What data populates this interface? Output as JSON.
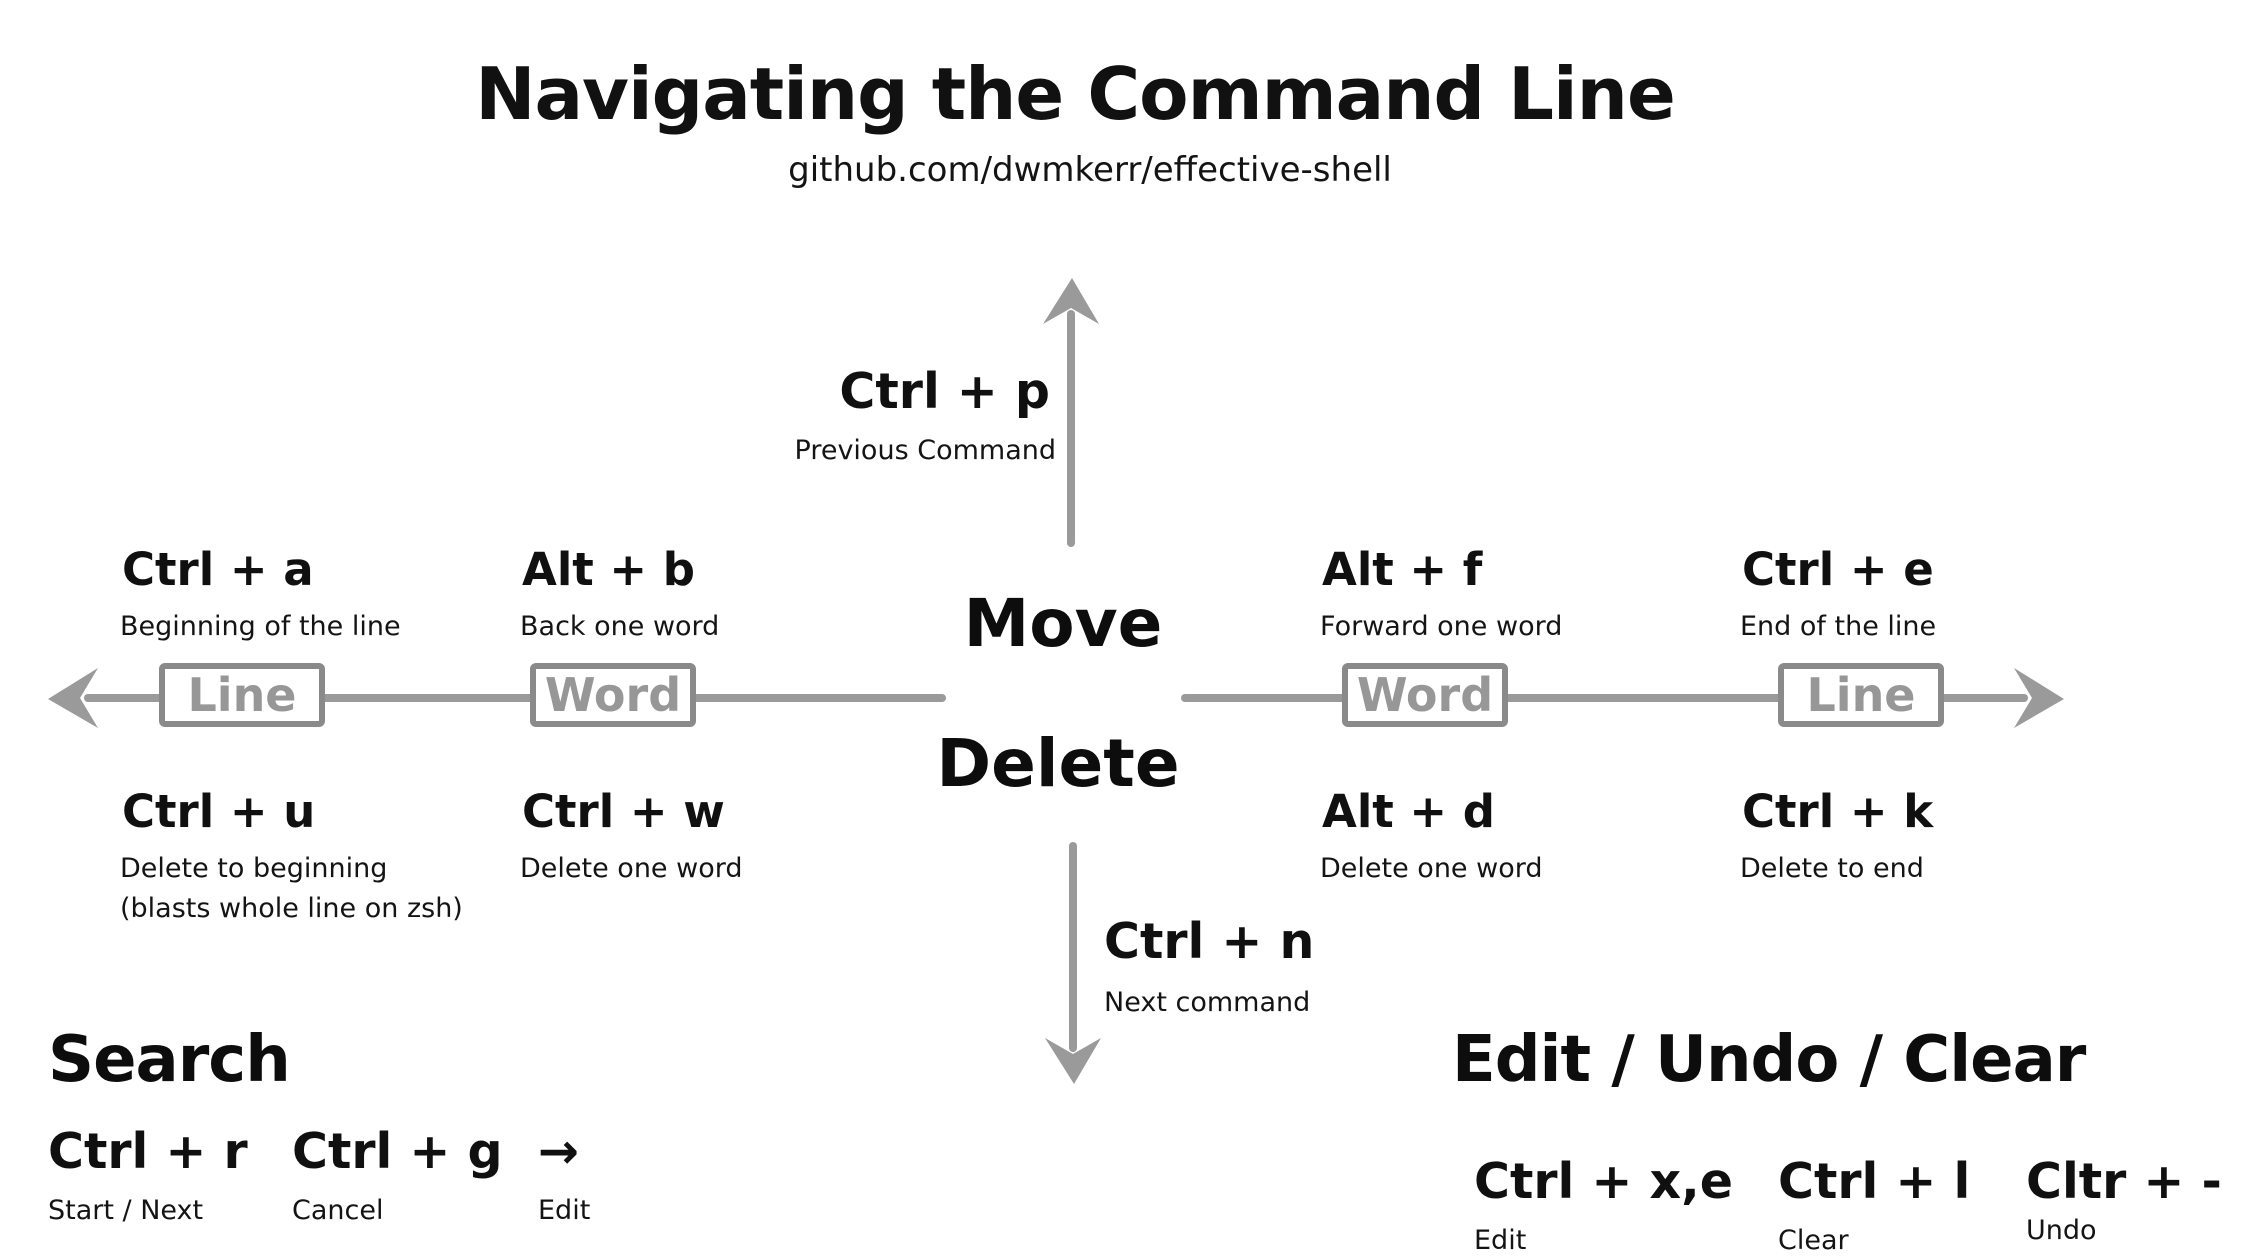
{
  "title": "Navigating the Command Line",
  "subtitle": "github.com/dwmkerr/effective-shell",
  "colors": {
    "background": "#ffffff",
    "text": "#111111",
    "arrow_gray": "#9a9a9a",
    "box_border_gray": "#8a8a8a",
    "box_text_gray": "#979797"
  },
  "axis": {
    "center_top": "Move",
    "center_bottom": "Delete",
    "up": {
      "keys": "Ctrl + p",
      "desc": "Previous Command"
    },
    "down": {
      "keys": "Ctrl + n",
      "desc": "Next command"
    },
    "boxes": [
      "Line",
      "Word",
      "Word",
      "Line"
    ]
  },
  "move_shortcuts": [
    {
      "keys": "Ctrl + a",
      "desc": "Beginning of the line"
    },
    {
      "keys": "Alt + b",
      "desc": "Back one word"
    },
    {
      "keys": "Alt + f",
      "desc": "Forward one word"
    },
    {
      "keys": "Ctrl + e",
      "desc": "End of the line"
    }
  ],
  "delete_shortcuts": [
    {
      "keys": "Ctrl + u",
      "desc": "Delete to beginning",
      "desc2": "(blasts whole line on zsh)"
    },
    {
      "keys": "Ctrl + w",
      "desc": "Delete one word"
    },
    {
      "keys": "Alt + d",
      "desc": "Delete one word"
    },
    {
      "keys": "Ctrl + k",
      "desc": "Delete to end"
    }
  ],
  "search": {
    "heading": "Search",
    "items": [
      {
        "keys": "Ctrl + r",
        "desc": "Start / Next"
      },
      {
        "keys": "Ctrl + g",
        "desc": "Cancel"
      },
      {
        "keys": "→",
        "desc": "Edit"
      }
    ]
  },
  "edit_undo_clear": {
    "heading": "Edit / Undo / Clear",
    "items": [
      {
        "keys": "Ctrl + x,e",
        "desc": "Edit"
      },
      {
        "keys": "Ctrl + l",
        "desc": "Clear"
      },
      {
        "keys": "Cltr + -",
        "desc": "Undo"
      }
    ]
  }
}
